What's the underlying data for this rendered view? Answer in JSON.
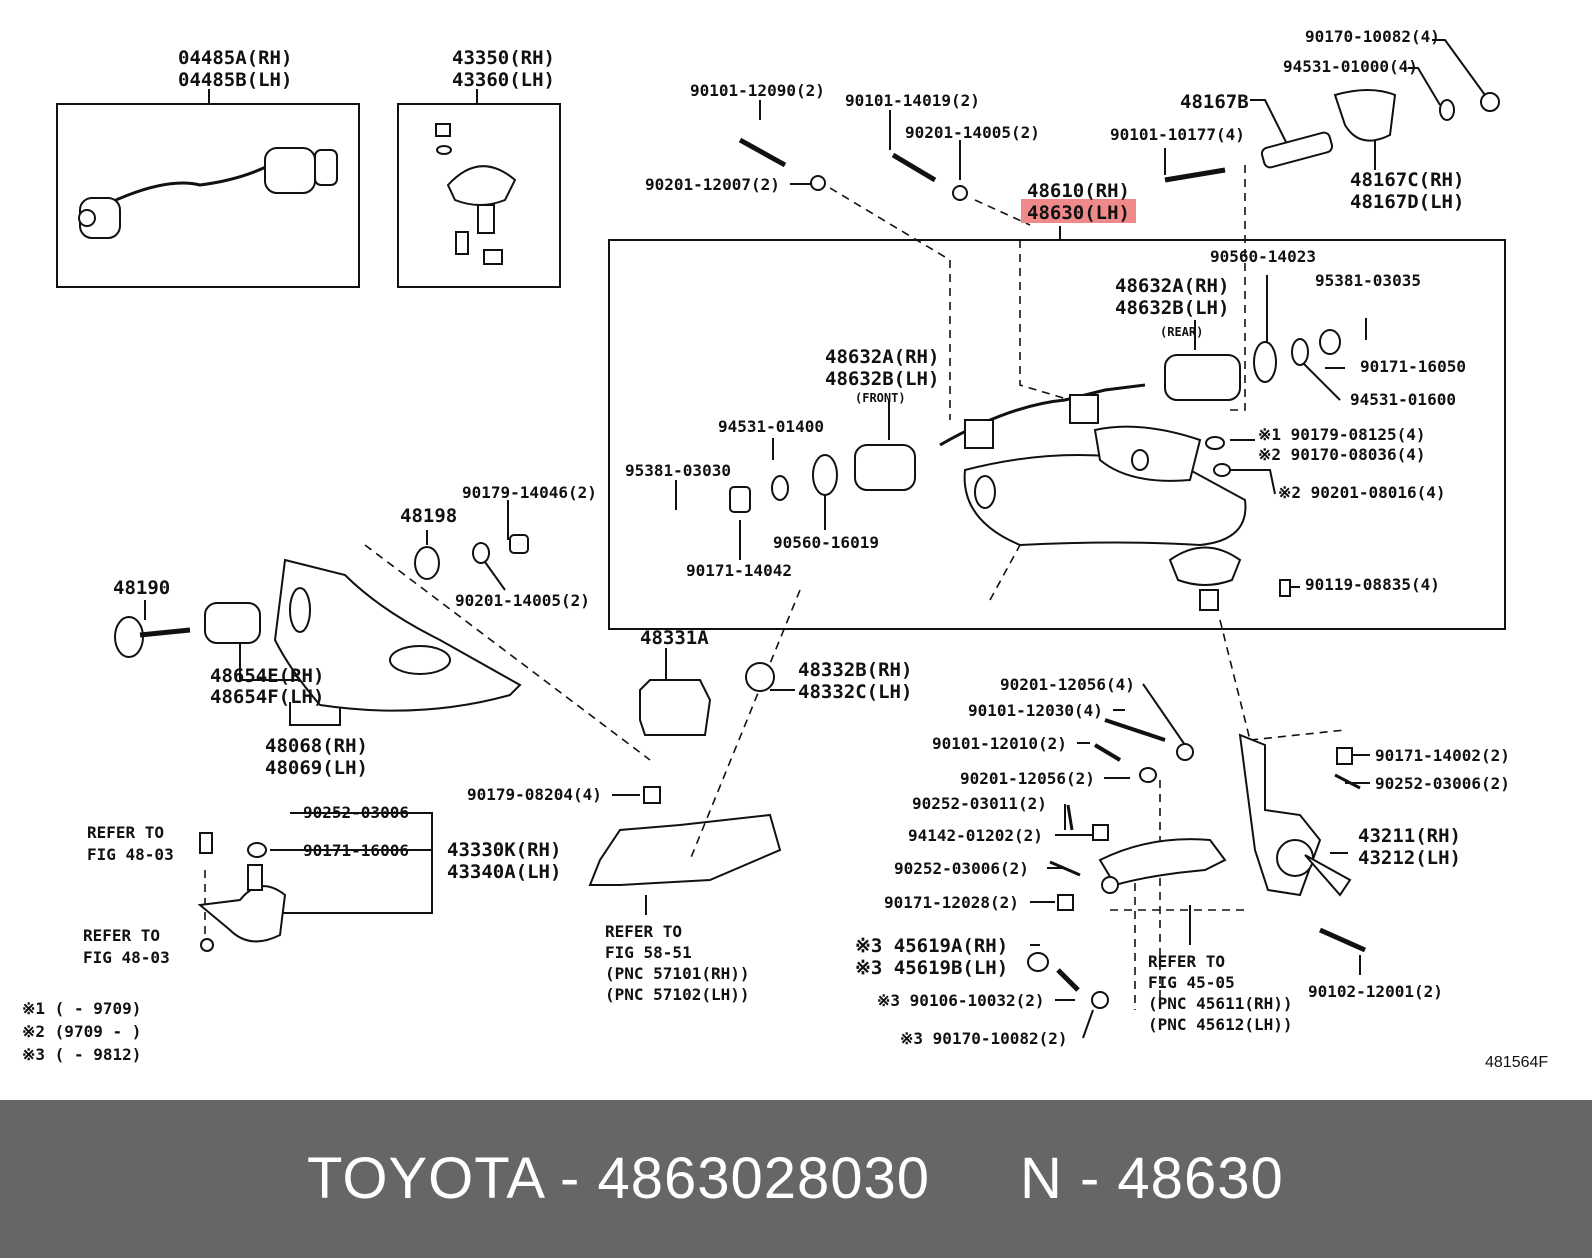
{
  "footer": {
    "brand_part": "TOYOTA - 4863028030",
    "ref": "N - 48630"
  },
  "figure_code": "481564F",
  "highlight_color": "#f08a8a",
  "labels": {
    "l01": "04485A(RH)",
    "l02": "04485B(LH)",
    "l03": "43350(RH)",
    "l04": "43360(LH)",
    "l05": "90101-12090(2)",
    "l06": "90101-14019(2)",
    "l07": "90201-14005(2)",
    "l08": "90201-12007(2)",
    "l09": "48610(RH)",
    "l10": "48630(LH)",
    "l11": "48167B",
    "l12": "90101-10177(4)",
    "l13": "90170-10082(4)",
    "l14": "94531-01000(4)",
    "l15": "48167C(RH)",
    "l16": "48167D(LH)",
    "l17": "90560-14023",
    "l18": "95381-03035",
    "l19": "48632A(RH)",
    "l20": "48632B(LH)",
    "l21": "(REAR)",
    "l22": "90171-16050",
    "l23": "94531-01600",
    "l24": "48632A(RH)",
    "l25": "48632B(LH)",
    "l26": "(FRONT)",
    "l27": "94531-01400",
    "l28": "95381-03030",
    "l29": "90560-16019",
    "l30": "90171-14042",
    "l31": "※1 90179-08125(4)",
    "l32": "※2 90170-08036(4)",
    "l33": "※2 90201-08016(4)",
    "l34": "90119-08835(4)",
    "l35": "90179-14046(2)",
    "l36": "48198",
    "l37": "90201-14005(2)",
    "l38": "48190",
    "l39": "48654E(RH)",
    "l40": "48654F(LH)",
    "l41": "48068(RH)",
    "l42": "48069(LH)",
    "l43": "48331A",
    "l44": "48332B(RH)",
    "l45": "48332C(LH)",
    "l46": "90179-08204(4)",
    "l47": "90201-12056(4)",
    "l48": "90101-12030(4)",
    "l49": "90101-12010(2)",
    "l50": "90171-14002(2)",
    "l51": "90252-03006(2)",
    "l52": "90201-12056(2)",
    "l53": "90252-03011(2)",
    "l54": "94142-01202(2)",
    "l55": "43211(RH)",
    "l56": "43212(LH)",
    "l57": "90252-03006(2)",
    "l58": "90171-12028(2)",
    "l59": "REFER TO",
    "l60": "FIG 48-03",
    "l61": "90252-03006",
    "l62": "90171-16006",
    "l63": "43330K(RH)",
    "l64": "43340A(LH)",
    "l65": "REFER TO",
    "l66": "FIG 48-03",
    "l67": "REFER TO",
    "l68": "FIG 58-51",
    "l69": "(PNC 57101(RH))",
    "l70": "(PNC 57102(LH))",
    "l71": "※3 45619A(RH)",
    "l72": "※3 45619B(LH)",
    "l73": "※3 90106-10032(2)",
    "l74": "※3 90170-10082(2)",
    "l75": "REFER TO",
    "l76": "FIG 45-05",
    "l77": "(PNC 45611(RH))",
    "l78": "(PNC 45612(LH))",
    "l79": "90102-12001(2)",
    "l80": "※1 (      - 9709)",
    "l81": "※2 (9709 -      )",
    "l82": "※3 (      - 9812)"
  }
}
